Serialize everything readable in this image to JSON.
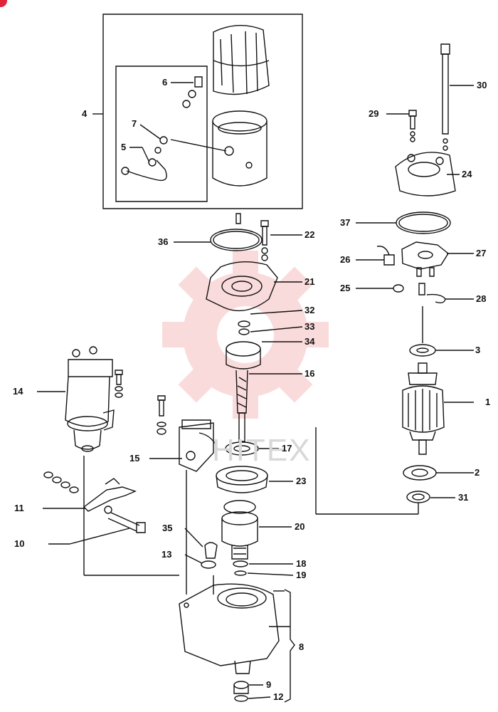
{
  "watermark": {
    "text": "HITEX",
    "color": "#f08080"
  },
  "callouts": [
    "1",
    "2",
    "3",
    "4",
    "5",
    "6",
    "7",
    "8",
    "9",
    "10",
    "11",
    "12",
    "13",
    "14",
    "15",
    "16",
    "17",
    "18",
    "19",
    "20",
    "21",
    "22",
    "23",
    "24",
    "25",
    "26",
    "27",
    "28",
    "29",
    "30",
    "31",
    "32",
    "33",
    "34",
    "35",
    "36",
    "37"
  ]
}
